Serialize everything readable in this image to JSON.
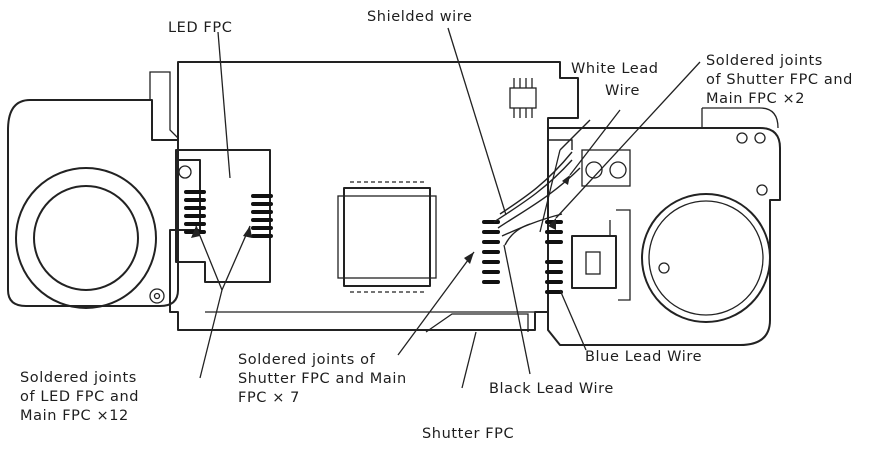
{
  "labels": {
    "led_fpc": "LED FPC",
    "shielded_wire": "Shielded wire",
    "white_lead_wire_1": "White Lead",
    "white_lead_wire_2": "Wire",
    "solder_shutter_main_x2_1": "Soldered  joints",
    "solder_shutter_main_x2_2": "of Shutter FPC and",
    "solder_shutter_main_x2_3": "Main FPC  ×2",
    "solder_led_main_1": "Soldered  joints",
    "solder_led_main_2": "of LED FPC and",
    "solder_led_main_3": "Main FPC  ×12",
    "solder_shutter_main_x7_1": "Soldered  joints of",
    "solder_shutter_main_x7_2": "Shutter FPC and Main",
    "solder_shutter_main_x7_3": "FPC × 7",
    "blue_lead_wire": "Blue Lead Wire",
    "black_lead_wire": "Black Lead Wire",
    "shutter_fpc": "Shutter FPC"
  },
  "colors": {
    "ink": "#222222",
    "background": "#ffffff"
  }
}
